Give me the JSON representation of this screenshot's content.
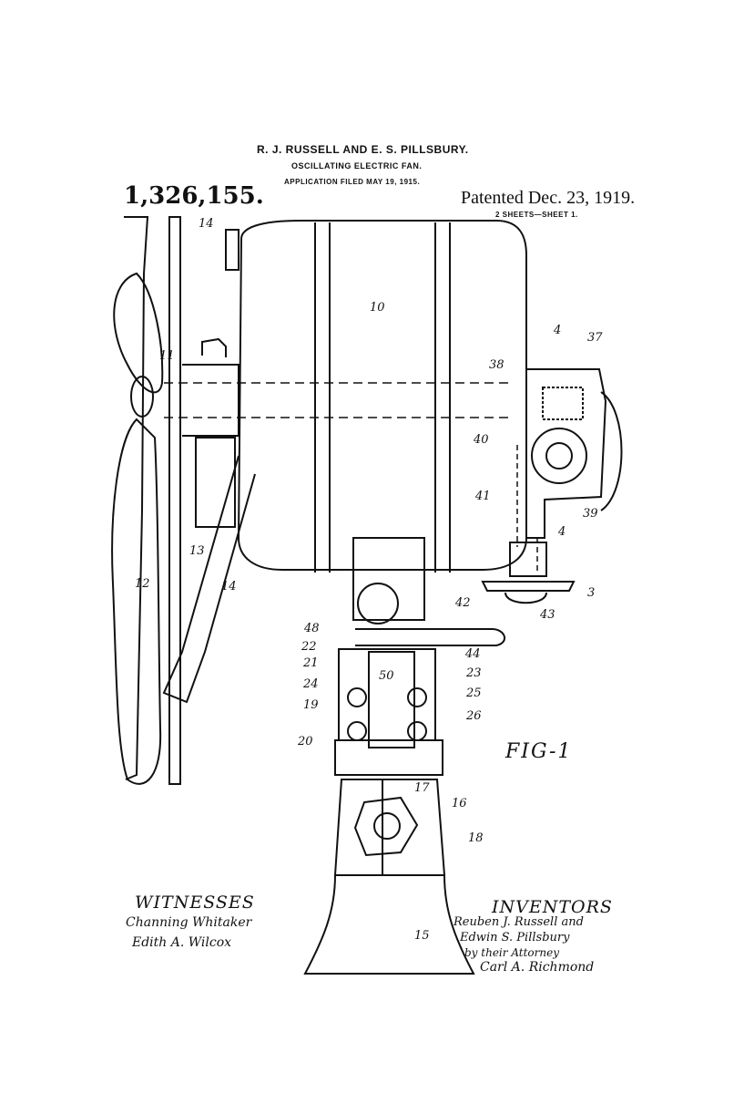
{
  "header": {
    "inventors_line": "R. J. RUSSELL AND E. S. PILLSBURY.",
    "title": "OSCILLATING ELECTRIC FAN.",
    "filed": "APPLICATION FILED MAY 19, 1915.",
    "patent_number": "1,326,155.",
    "patented": "Patented Dec. 23, 1919.",
    "sheets": "2 SHEETS—SHEET 1."
  },
  "figure": {
    "label": "FIG-1",
    "refs": [
      "14",
      "10",
      "4",
      "37",
      "38",
      "11",
      "40",
      "41",
      "39",
      "4",
      "12",
      "13",
      "14",
      "3",
      "42",
      "43",
      "48",
      "44",
      "22",
      "21",
      "50",
      "23",
      "24",
      "25",
      "19",
      "26",
      "20",
      "17",
      "16",
      "18",
      "15"
    ]
  },
  "witnesses": {
    "heading": "WITNESSES",
    "names": [
      "Channing Whitaker",
      "Edith A. Wilcox"
    ]
  },
  "inventors": {
    "heading": "INVENTORS",
    "names": [
      "Reuben J. Russell and",
      "Edwin S. Pillsbury",
      "by their Attorney",
      "Carl A. Richmond"
    ]
  }
}
